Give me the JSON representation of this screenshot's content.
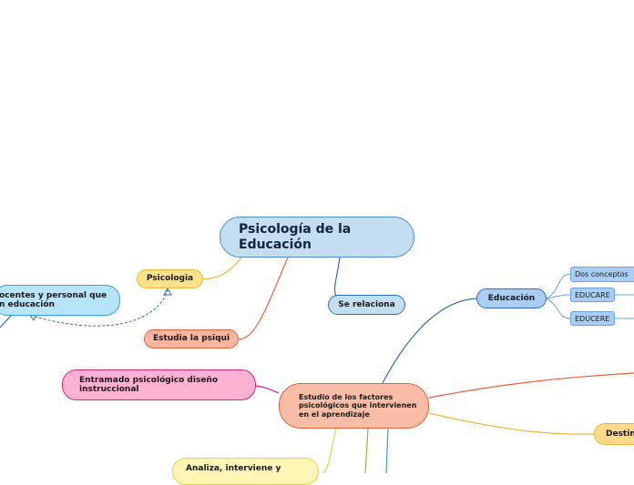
{
  "nodes": {
    "center": "Psicología de la Educación",
    "psicologia": "Psicologia",
    "docentes": "ocentes y personal que\nn educación",
    "estudia": "Estudia la psiqui",
    "se_relaciona": "Se relaciona",
    "educacion": "Educación",
    "dos_conceptos": "Dos conceptos",
    "educare": "EDUCARE",
    "educere": "EDUCERE",
    "entramado": "Entramado psicológico diseño instruccional",
    "estudio": "Estudio de los factores psicológicos que intervienen en el aprendizaje",
    "destin": "Destin",
    "analiza": "Analiza, interviene y"
  },
  "colors": {
    "blue_branch": "#2e6fb1",
    "orange_branch": "#e0643c",
    "yellow_branch": "#e9b83b",
    "pink_branch": "#d0287a",
    "lightyellow_branch": "#e6d23f",
    "green_branch": "#8db92e",
    "cyan_branch": "#3aa0d8"
  }
}
